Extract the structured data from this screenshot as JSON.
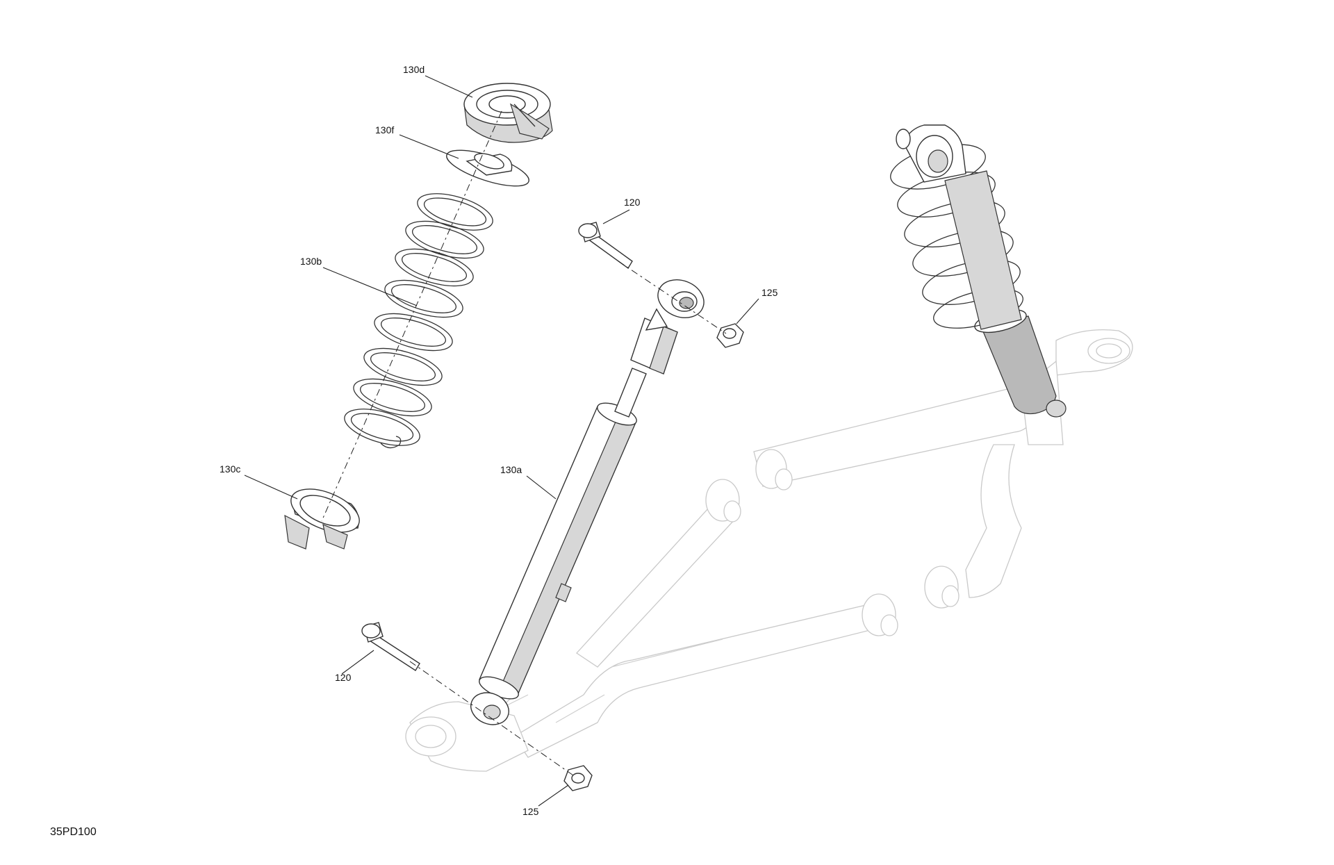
{
  "callouts": {
    "part_130d": "130d",
    "part_130f": "130f",
    "part_130b": "130b",
    "part_130c": "130c",
    "part_130a": "130a",
    "part_120_top": "120",
    "part_125_top": "125",
    "part_120_bottom": "120",
    "part_125_bottom": "125"
  },
  "figure_id": "35PD100",
  "colors": {
    "line": "#333333",
    "shade": "#d7d7d7",
    "ghost": "#c9c9c9"
  }
}
